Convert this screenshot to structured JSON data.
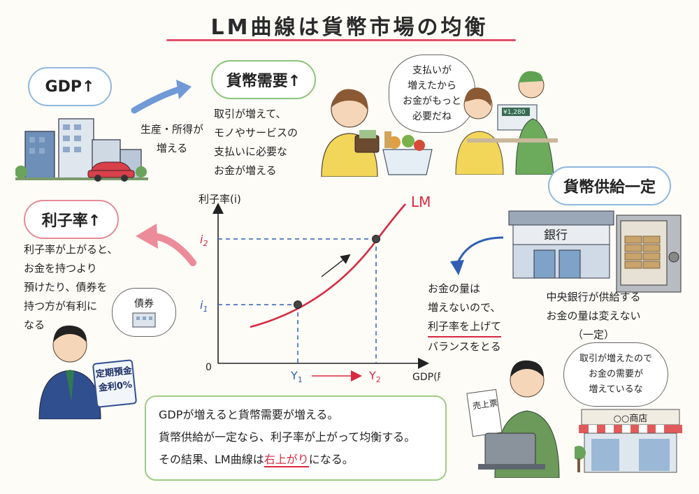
{
  "title": "LM曲線は貨幣市場の均衡",
  "gdp_cloud": "GDP↑",
  "arrow_caption": [
    "生産・所得が",
    "増える"
  ],
  "money_demand_cloud": "貨幣需要↑",
  "money_demand_note": [
    "取引が増えて、",
    "モノやサービスの",
    "支払いに必要な",
    "お金が増える"
  ],
  "shop_thought": [
    "支払いが",
    "増えたから",
    "お金がもっと",
    "必要だね"
  ],
  "register_display": "¥1,280",
  "money_supply_cloud": "貨幣供給一定",
  "bank_sign": "銀行",
  "bank_note": [
    "中央銀行が供給する",
    "お金の量は変えない",
    "（一定）"
  ],
  "supply_arrow_note": {
    "lines": [
      "お金の量は",
      "増えないので、"
    ],
    "highlight": "利子率を上げて",
    "last": "バランスをとる"
  },
  "interest_cloud": "利子率↑",
  "interest_note": [
    "利子率が上がると、",
    "お金を持つより",
    "預けたり、債券を",
    "持つ方が有利に",
    "なる"
  ],
  "bond_thought": "債券",
  "deposit_sign": [
    "定期預金",
    "金利0%"
  ],
  "merchant_thought": [
    "取引が増えたので",
    "お金の需要が",
    "増えているな"
  ],
  "sales_sheet": "売上票",
  "store_sign": "○○商店",
  "graph": {
    "ylabel": "利子率(i)",
    "xlabel": "GDP(所得)",
    "origin": "0",
    "curve_label": "LM",
    "i1": "i",
    "i1_sub": "1",
    "i2": "i",
    "i2_sub": "2",
    "y1": "Y",
    "y1_sub": "1",
    "y2": "Y",
    "y2_sub": "2"
  },
  "summary": {
    "line1": "GDPが増えると貨幣需要が増える。",
    "line2": "貨幣供給が一定なら、利子率が上がって均衡する。",
    "line3_prefix": "その結果、LM曲線は",
    "line3_highlight": "右上がり",
    "line3_suffix": "になる。"
  },
  "colors": {
    "curve": "#d8293f",
    "dashed": "#2f5fb3",
    "blue_arrow": "#6f9ad6",
    "pink_arrow": "#ec8c9a",
    "green_border": "#9ccc82"
  }
}
